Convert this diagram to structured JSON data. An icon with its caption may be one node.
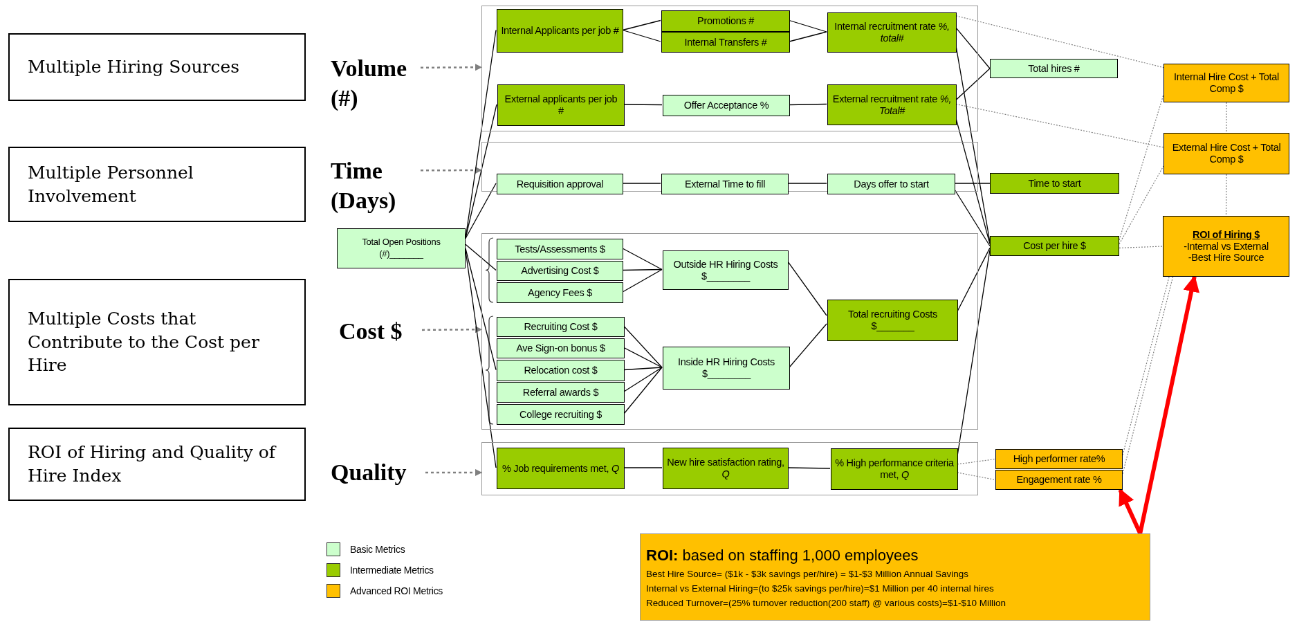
{
  "diagram": {
    "nodes": [
      {
        "text": [
          "Multiple Hiring  Sources"
        ]
      },
      {
        "text": [
          "Volume (#)"
        ]
      },
      {
        "text": [],
        "shape": "box"
      },
      {
        "text": [
          "Internal Applicants per job #"
        ],
        "in": 2
      },
      {
        "text": [
          "Promotions #"
        ],
        "in": 2
      },
      {
        "text": [
          "Internal Transfers #"
        ],
        "in": 2
      },
      {
        "text": [
          "Internal recruitment rate *%, total#*"
        ],
        "in": 2
      },
      {
        "text": [
          "External applicants per job #"
        ],
        "in": 2
      },
      {
        "text": [
          "Offer Acceptance %"
        ],
        "in": 2
      },
      {
        "text": [
          "External recruitment rate *%, Total#*"
        ],
        "in": 2
      },
      {
        "text": [
          "Total hires #"
        ]
      },
      {
        "text": [
          "Internal Hire Cost + Total Comp $"
        ]
      },
      {
        "text": [
          "External Hire Cost + Total Comp $"
        ]
      },
      {
        "text": [
          "Multiple Personnel Involvement"
        ]
      },
      {
        "text": [
          "Time (Days)"
        ]
      },
      {
        "text": [],
        "shape": "box"
      },
      {
        "text": [
          "Requisition approval"
        ],
        "in": 15
      },
      {
        "text": [
          "External Time to fill"
        ],
        "in": 15
      },
      {
        "text": [
          "Days offer to start"
        ],
        "in": 15
      },
      {
        "text": [
          "Time to start"
        ]
      },
      {
        "text": [
          "Total Open Positions (#)_______"
        ]
      },
      {
        "text": [
          "Cost per hire $"
        ]
      },
      {
        "text": [
          "ROI of Hiring $",
          "-Internal vs External",
          "-Best Hire Source"
        ]
      },
      {
        "text": [
          "Multiple Costs that Contribute to the Cost per Hire"
        ]
      },
      {
        "text": [
          "Cost $"
        ]
      },
      {
        "text": [],
        "shape": "box"
      },
      {
        "text": [
          "Tests/Assessments $"
        ],
        "in": 25
      },
      {
        "text": [
          "Advertising Cost $"
        ],
        "in": 25
      },
      {
        "text": [
          "Agency Fees $"
        ],
        "in": 25
      },
      {
        "text": [
          "Outside HR Hiring Costs $________"
        ],
        "in": 25
      },
      {
        "text": [
          "Total recruiting Costs $_______"
        ],
        "in": 25
      },
      {
        "text": [
          "Recruiting Cost $"
        ],
        "in": 25
      },
      {
        "text": [
          "Ave Sign-on bonus $"
        ],
        "in": 25
      },
      {
        "text": [
          "Relocation cost $"
        ],
        "in": 25
      },
      {
        "text": [
          "Referral awards $"
        ],
        "in": 25
      },
      {
        "text": [
          "College recruiting $"
        ],
        "in": 25
      },
      {
        "text": [
          "Inside HR Hiring Costs $________"
        ],
        "in": 25
      },
      {
        "text": [
          "ROI of Hiring and Quality of Hire Index"
        ]
      },
      {
        "text": [
          "Quality"
        ]
      },
      {
        "text": [],
        "shape": "box"
      },
      {
        "text": [
          "% Job requirements met, *Q*"
        ],
        "in": 39
      },
      {
        "text": [
          "New hire satisfaction rating, *Q*"
        ],
        "in": 39
      },
      {
        "text": [
          "% High performance criteria met, *Q*"
        ],
        "in": 39
      },
      {
        "text": [
          "High performer rate%"
        ]
      },
      {
        "text": [
          "Engagement rate %"
        ]
      },
      {
        "text": [
          "**ROI:** based on staffing 1,000 employees",
          "Best Hire Source= ($1k - $3k savings per/hire) = $1-$3 Million Annual Savings",
          "Internal vs External Hiring=(to $25k savings per/hire)=$1 Million per 40 internal hires",
          "Reduced Turnover=(25% turnover reduction(200 staff) @ various costs)=$1-$10 Million"
        ]
      }
    ],
    "edges": [
      {
        "from": 1,
        "to": 2,
        "arrow": "to",
        "style": "dashed",
        "color": "#808080"
      },
      {
        "from": 14,
        "to": 15,
        "arrow": "to",
        "style": "dashed",
        "color": "#808080"
      },
      {
        "from": 24,
        "to": 25,
        "arrow": "to",
        "style": "dashed",
        "color": "#808080"
      },
      {
        "from": 38,
        "to": 39,
        "arrow": "to",
        "style": "dashed",
        "color": "#808080"
      },
      {
        "from": 20,
        "to": 3,
        "arrow": "none"
      },
      {
        "from": 20,
        "to": 7,
        "arrow": "none"
      },
      {
        "from": 20,
        "to": 16,
        "arrow": "none"
      },
      {
        "from": 20,
        "to": 27,
        "arrow": "none"
      },
      {
        "from": 20,
        "to": 33,
        "arrow": "none"
      },
      {
        "from": 20,
        "to": 40,
        "arrow": "none"
      },
      {
        "from": 3,
        "to": 4,
        "arrow": "none"
      },
      {
        "from": 3,
        "to": 5,
        "arrow": "none"
      },
      {
        "from": 4,
        "to": 6,
        "arrow": "none"
      },
      {
        "from": 5,
        "to": 6,
        "arrow": "none"
      },
      {
        "from": 7,
        "to": 8,
        "arrow": "none"
      },
      {
        "from": 8,
        "to": 9,
        "arrow": "none"
      },
      {
        "from": 6,
        "to": 10,
        "arrow": "none"
      },
      {
        "from": 9,
        "to": 10,
        "arrow": "none"
      },
      {
        "from": 6,
        "to": 21,
        "arrow": "none"
      },
      {
        "from": 9,
        "to": 21,
        "arrow": "none"
      },
      {
        "from": 16,
        "to": 17,
        "arrow": "none"
      },
      {
        "from": 17,
        "to": 18,
        "arrow": "none"
      },
      {
        "from": 18,
        "to": 19,
        "arrow": "none"
      },
      {
        "from": 18,
        "to": 21,
        "arrow": "none"
      },
      {
        "from": 26,
        "to": 29,
        "arrow": "none"
      },
      {
        "from": 27,
        "to": 29,
        "arrow": "none"
      },
      {
        "from": 28,
        "to": 29,
        "arrow": "none"
      },
      {
        "from": 29,
        "to": 30,
        "arrow": "none"
      },
      {
        "from": 31,
        "to": 36,
        "arrow": "none"
      },
      {
        "from": 32,
        "to": 36,
        "arrow": "none"
      },
      {
        "from": 33,
        "to": 36,
        "arrow": "none"
      },
      {
        "from": 34,
        "to": 36,
        "arrow": "none"
      },
      {
        "from": 35,
        "to": 36,
        "arrow": "none"
      },
      {
        "from": 36,
        "to": 30,
        "arrow": "none"
      },
      {
        "from": 30,
        "to": 21,
        "arrow": "none"
      },
      {
        "from": 40,
        "to": 41,
        "arrow": "none"
      },
      {
        "from": 41,
        "to": 42,
        "arrow": "none"
      },
      {
        "from": 42,
        "to": 21,
        "arrow": "none"
      },
      {
        "from": 6,
        "to": 11,
        "arrow": "none",
        "style": "dashed",
        "color": "#808080"
      },
      {
        "from": 9,
        "to": 12,
        "arrow": "none",
        "style": "dashed",
        "color": "#808080"
      },
      {
        "from": 21,
        "to": 11,
        "arrow": "none",
        "style": "dashed",
        "color": "#808080"
      },
      {
        "from": 21,
        "to": 12,
        "arrow": "none",
        "style": "dashed",
        "color": "#808080"
      },
      {
        "from": 21,
        "to": 22,
        "arrow": "none",
        "style": "dashed",
        "color": "#808080"
      },
      {
        "from": 11,
        "to": 12,
        "arrow": "none",
        "style": "dashed",
        "color": "#808080"
      },
      {
        "from": 12,
        "to": 22,
        "arrow": "none",
        "style": "dashed",
        "color": "#808080"
      },
      {
        "from": 42,
        "to": 43,
        "arrow": "none",
        "style": "dashed",
        "color": "#808080"
      },
      {
        "from": 42,
        "to": 44,
        "arrow": "none",
        "style": "dashed",
        "color": "#808080"
      },
      {
        "from": 43,
        "to": 22,
        "arrow": "none",
        "style": "dashed",
        "color": "#808080"
      },
      {
        "from": 44,
        "to": 22,
        "arrow": "none",
        "style": "dashed",
        "color": "#808080"
      },
      {
        "from": 45,
        "to": 22,
        "arrow": "to",
        "style": "thick",
        "color": "#ff0000"
      },
      {
        "from": 45,
        "to": 44,
        "arrow": "to",
        "style": "thick",
        "color": "#ff0000"
      }
    ],
    "legend": [
      {
        "text": "Basic Metrics",
        "color": "#ccffcc"
      },
      {
        "text": "Intermediate Metrics",
        "color": "#99cc00"
      },
      {
        "text": "Advanced ROI Metrics",
        "color": "#ffc000"
      }
    ]
  }
}
